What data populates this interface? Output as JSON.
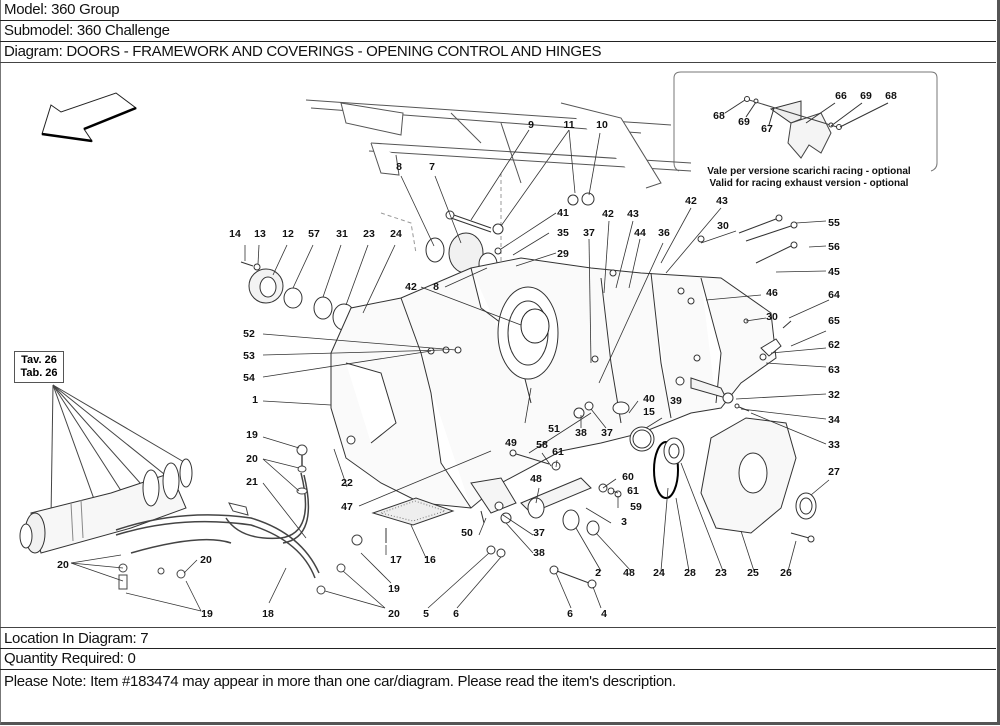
{
  "header": {
    "model": "Model: 360 Group",
    "submodel": "Submodel: 360 Challenge",
    "diagram": "Diagram: DOORS - FRAMEWORK AND COVERINGS - OPENING CONTROL AND HINGES"
  },
  "footer": {
    "location": "Location In Diagram: 7",
    "quantity": "Quantity Required: 0",
    "note": "Please Note: Item #183474 may appear in more than one car/diagram. Please read the item's description."
  },
  "diagram": {
    "reference_box": {
      "line1": "Tav. 26",
      "line2": "Tab. 26"
    },
    "inset": {
      "caption_it": "Vale per versione scarichi racing - optional",
      "caption_en": "Valid for racing exhaust version - optional",
      "callouts": [
        "68",
        "69",
        "67",
        "66",
        "69",
        "68"
      ]
    },
    "callouts": [
      "9",
      "11",
      "10",
      "8",
      "7",
      "41",
      "35",
      "29",
      "42",
      "43",
      "37",
      "44",
      "36",
      "42",
      "43",
      "30",
      "55",
      "56",
      "45",
      "46",
      "30",
      "64",
      "65",
      "62",
      "63",
      "14",
      "13",
      "12",
      "57",
      "31",
      "23",
      "24",
      "42",
      "8",
      "52",
      "53",
      "54",
      "1",
      "39",
      "32",
      "34",
      "33",
      "40",
      "15",
      "38",
      "37",
      "51",
      "19",
      "20",
      "22",
      "21",
      "47",
      "49",
      "58",
      "61",
      "60",
      "61",
      "59",
      "48",
      "3",
      "27",
      "50",
      "37",
      "38",
      "17",
      "16",
      "2",
      "48",
      "24",
      "28",
      "23",
      "25",
      "26",
      "20",
      "20",
      "19",
      "18",
      "19",
      "20",
      "5",
      "6",
      "6",
      "4"
    ]
  }
}
